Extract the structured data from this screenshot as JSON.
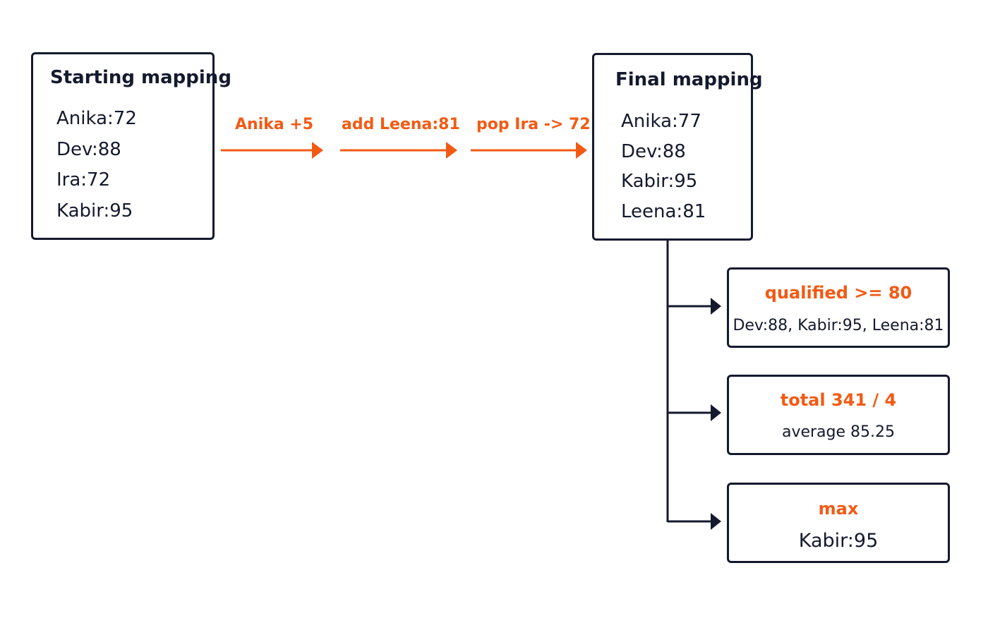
{
  "diagram": {
    "colors": {
      "ink": "#141a2e",
      "accent": "#f25a14",
      "background": "#ffffff"
    },
    "start": {
      "title": "Starting mapping",
      "entries": [
        "Anika:72",
        "Dev:88",
        "Ira:72",
        "Kabir:95"
      ]
    },
    "steps": [
      "Anika +5",
      "add Leena:81",
      "pop Ira -> 72"
    ],
    "final": {
      "title": "Final mapping",
      "entries": [
        "Anika:77",
        "Dev:88",
        "Kabir:95",
        "Leena:81"
      ]
    },
    "results": [
      {
        "title": "qualified >= 80",
        "text": "Dev:88, Kabir:95, Leena:81"
      },
      {
        "title": "total 341 / 4",
        "text": "average 85.25"
      },
      {
        "title": "max",
        "text": "Kabir:95"
      }
    ]
  }
}
